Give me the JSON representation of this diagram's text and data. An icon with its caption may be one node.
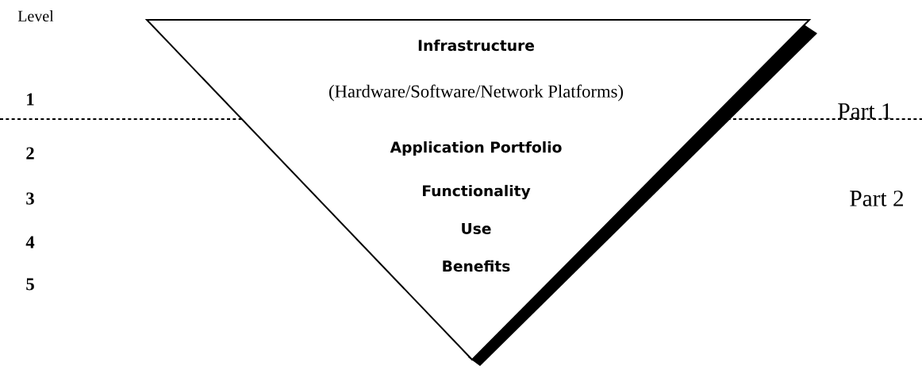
{
  "diagram": {
    "nodes": [
      {
        "text": [
          "Infrastructure",
          "(Hardware/Software/Network Platforms)",
          "Application Portfolio",
          "Functionality",
          "Use",
          "Benefits"
        ]
      }
    ],
    "edges": [],
    "labels": [
      "Level",
      "1",
      "Part 1",
      "2",
      "3",
      "Part 2",
      "4",
      "5"
    ]
  }
}
